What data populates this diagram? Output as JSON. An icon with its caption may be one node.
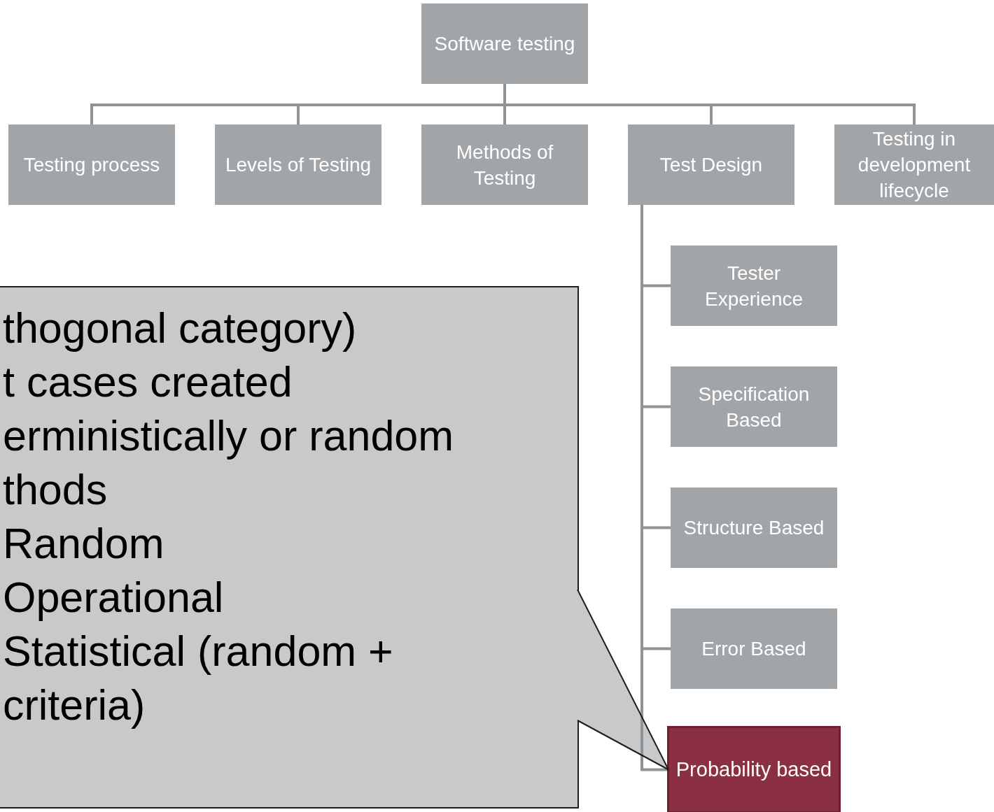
{
  "diagram": {
    "nodes": [
      {
        "text": [
          "Software testing"
        ]
      },
      {
        "text": [
          "Testing process"
        ]
      },
      {
        "text": [
          "Levels of Testing"
        ]
      },
      {
        "text": [
          "Methods of Testing"
        ]
      },
      {
        "text": [
          "Test Design"
        ]
      },
      {
        "text": [
          "Testing in development lifecycle"
        ]
      },
      {
        "text": [
          "Tester Experience"
        ]
      },
      {
        "text": [
          "Specification Based"
        ]
      },
      {
        "text": [
          "Structure Based"
        ]
      },
      {
        "text": [
          "Error Based"
        ]
      },
      {
        "text": [
          "Probability based"
        ]
      },
      {
        "text": [
          "thogonal category)",
          "t cases created erministically or random thods",
          "Random",
          "Operational",
          "Statistical (random + criteria)"
        ]
      }
    ],
    "edges": [
      {
        "from": 0,
        "to": 1,
        "arrow": "none"
      },
      {
        "from": 0,
        "to": 2,
        "arrow": "none"
      },
      {
        "from": 0,
        "to": 3,
        "arrow": "none"
      },
      {
        "from": 0,
        "to": 4,
        "arrow": "none"
      },
      {
        "from": 0,
        "to": 5,
        "arrow": "none"
      },
      {
        "from": 4,
        "to": 6,
        "arrow": "none"
      },
      {
        "from": 4,
        "to": 7,
        "arrow": "none"
      },
      {
        "from": 4,
        "to": 8,
        "arrow": "none"
      },
      {
        "from": 4,
        "to": 9,
        "arrow": "none"
      },
      {
        "from": 4,
        "to": 10,
        "arrow": "none"
      },
      {
        "from": 11,
        "to": 10,
        "arrow": "none",
        "color": "#1e1e1e"
      }
    ]
  }
}
